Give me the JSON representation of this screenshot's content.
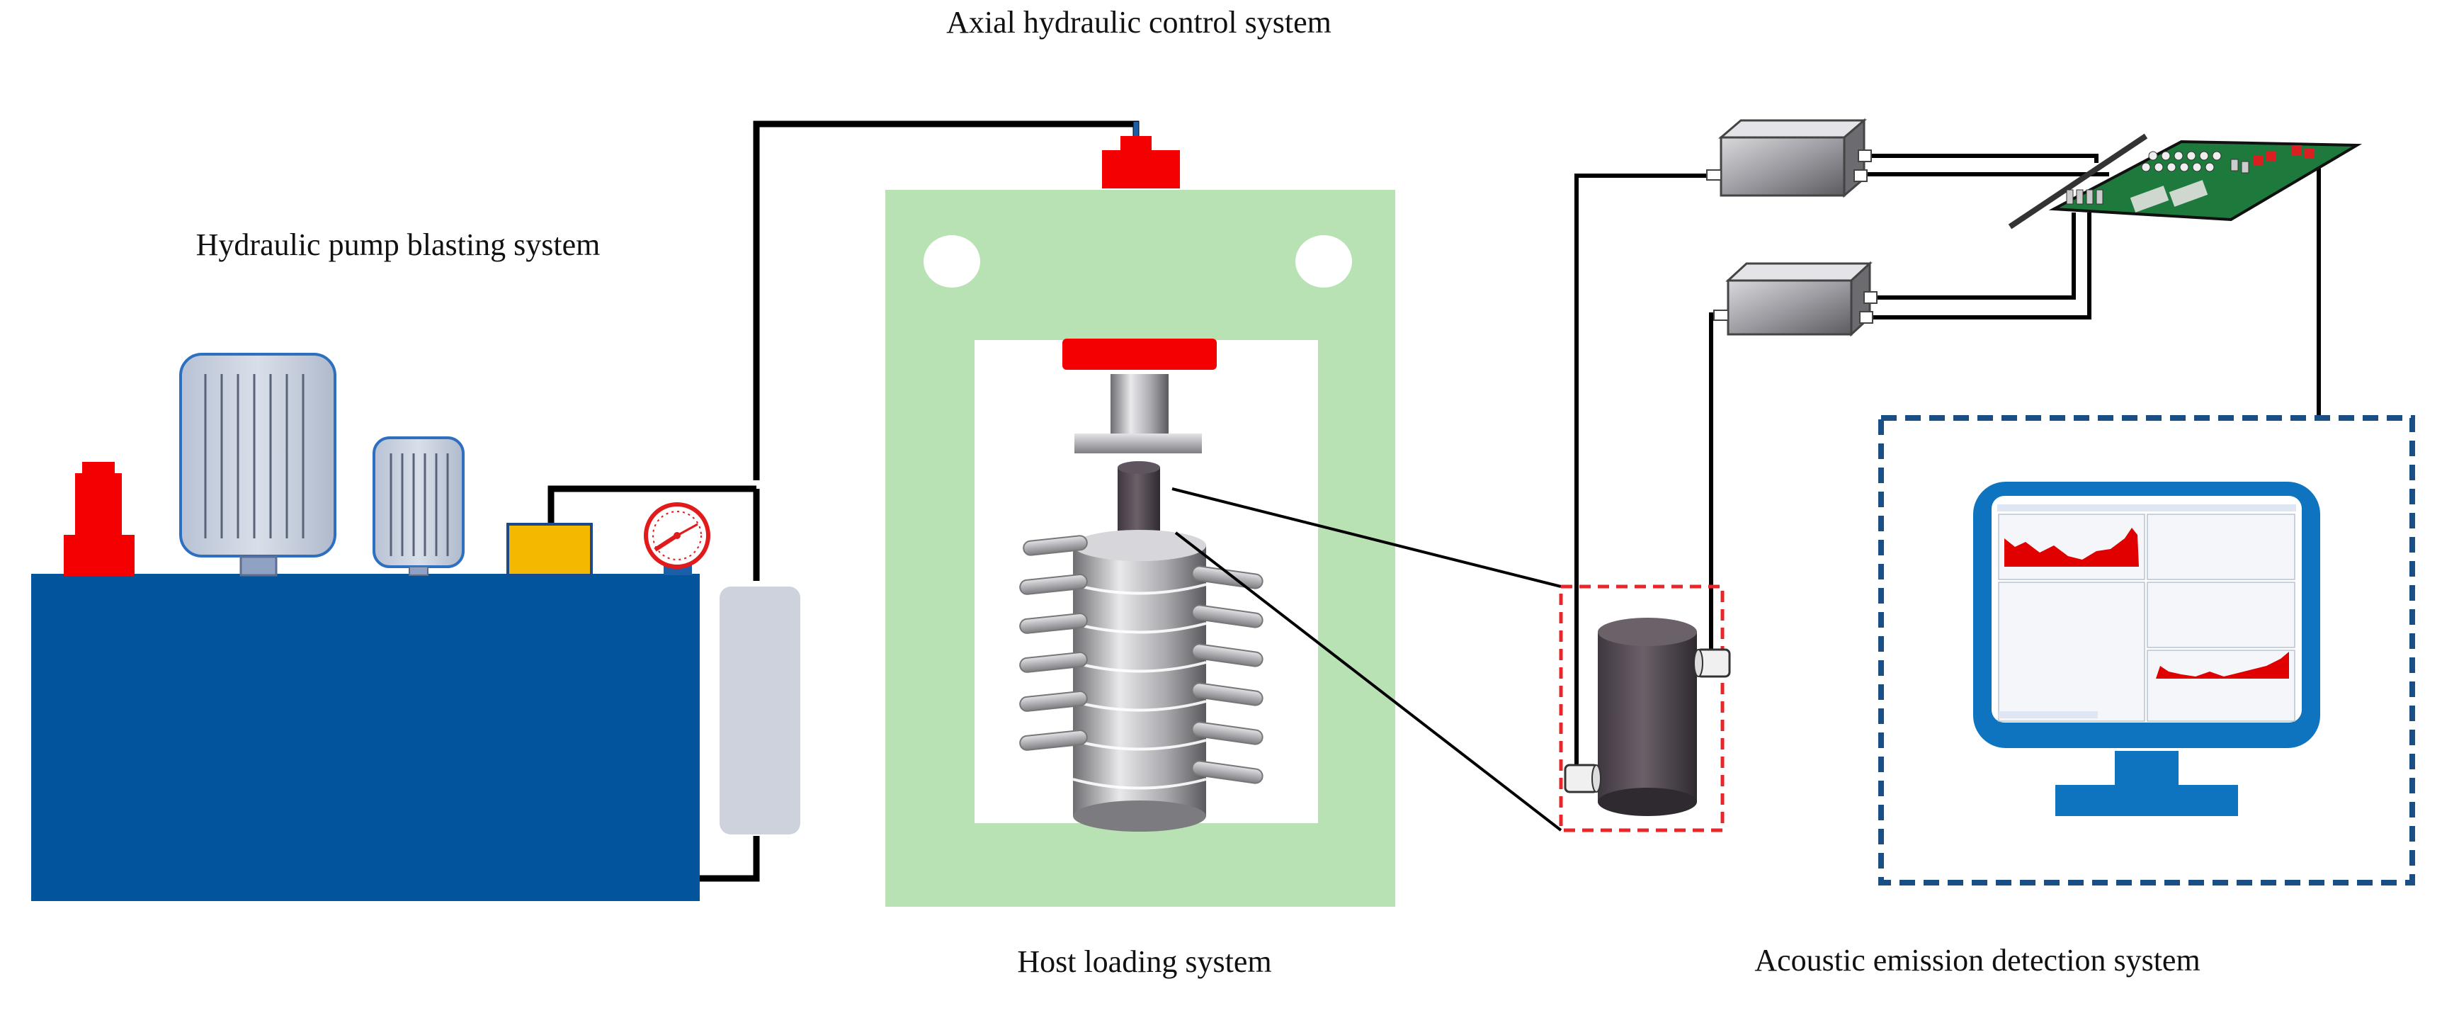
{
  "labels": {
    "axial": "Axial hydraulic control system",
    "pump": "Hydraulic pump blasting system",
    "host": "Host loading system",
    "acoustic": "Acoustic emission detection system"
  },
  "icons": [
    "pressure-relief-valve-icon",
    "motor-icon",
    "pressure-gauge-icon",
    "accumulator-icon",
    "hydraulic-cylinder-icon",
    "rock-specimen-icon",
    "ae-sensor-icon",
    "preamplifier-icon",
    "acquisition-card-icon",
    "monitor-icon"
  ],
  "colors": {
    "tank": "#02559a",
    "frame": "#b9e2b4",
    "red": "#f50000",
    "pipe": "#000000",
    "dashed_box_red": "#e8262a",
    "dashed_box_blue": "#1a4f86",
    "monitor_blue": "#0f74c0",
    "pcb_green": "#1e7a3c",
    "waveform_red": "#e00000"
  }
}
